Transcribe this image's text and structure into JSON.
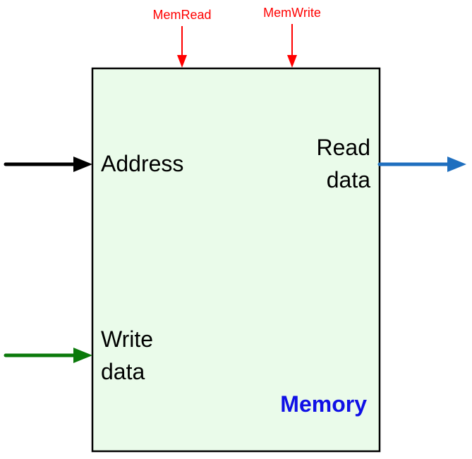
{
  "memory_unit": {
    "name": "Memory",
    "fill_color": "#EAFBEA",
    "border_color": "#000000",
    "name_color": "#1010E6"
  },
  "control_signals": {
    "mem_read": "MemRead",
    "mem_write": "MemWrite",
    "color": "#FF0000"
  },
  "ports": {
    "address": "Address",
    "read_data_line1": "Read",
    "read_data_line2": "data",
    "write_data_line1": "Write",
    "write_data_line2": "data"
  },
  "arrows": {
    "address_color": "#000000",
    "read_data_color": "#1F6FBF",
    "write_data_color": "#0B7A0B"
  }
}
